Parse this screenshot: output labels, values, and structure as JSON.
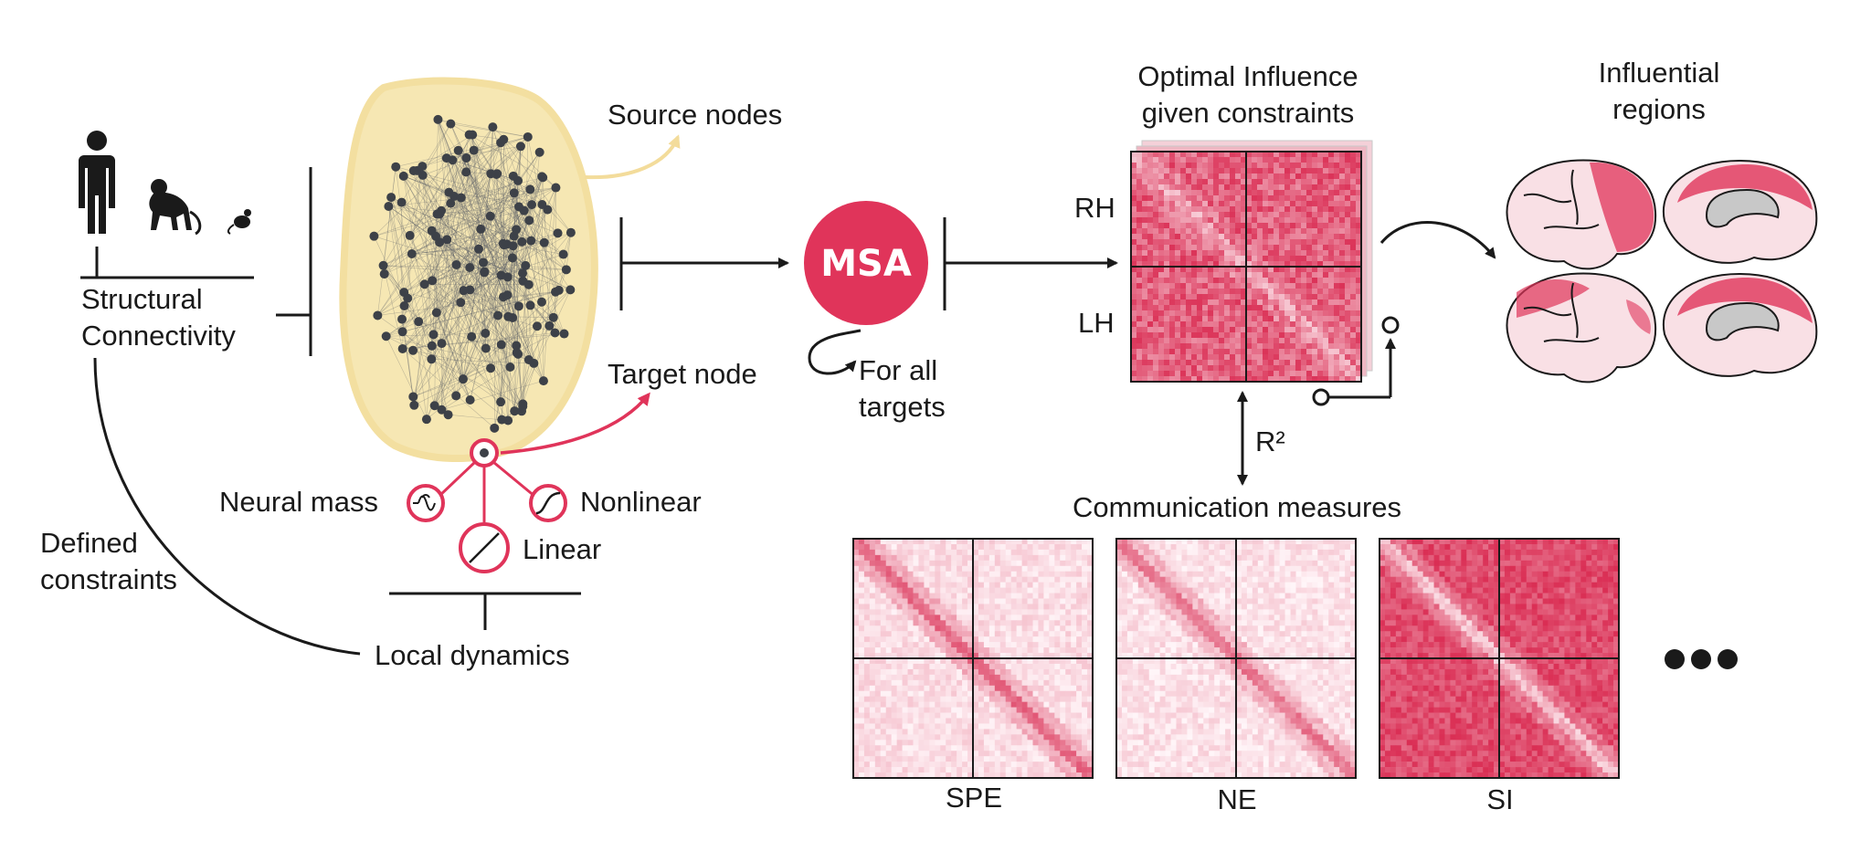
{
  "labels": {
    "structural_line1": "Structural",
    "structural_line2": "Connectivity",
    "defined_line1": "Defined",
    "defined_line2": "constraints",
    "source_nodes": "Source nodes",
    "target_node": "Target node",
    "neural_mass": "Neural mass",
    "nonlinear": "Nonlinear",
    "linear": "Linear",
    "local_dynamics": "Local dynamics",
    "msa": "MSA",
    "for_all_line1": "For all",
    "for_all_line2": "targets",
    "optimal_line1": "Optimal Influence",
    "optimal_line2": "given constraints",
    "rh": "RH",
    "lh": "LH",
    "r2": "R²",
    "comm_measures": "Communication measures",
    "spe": "SPE",
    "ne": "NE",
    "si": "SI",
    "influential_line1": "Influential",
    "influential_line2": "regions"
  },
  "colors": {
    "accent": "#e0345a",
    "ink": "#1a1a1a",
    "network_halo": "#f6e7b3",
    "node": "#3d4148",
    "matrix_strong": "#d9284f",
    "matrix_faint": "#f7d9df",
    "brain_fill": "#f9e0e5",
    "brain_gray": "#c8c8c8"
  },
  "icons": [
    "human-icon",
    "monkey-icon",
    "mouse-icon",
    "network-brain-icon",
    "neural-mass-icon",
    "nonlinear-icon",
    "linear-icon",
    "loop-arrow-icon",
    "brain-lateral-icon",
    "brain-medial-icon",
    "ellipsis-icon"
  ]
}
